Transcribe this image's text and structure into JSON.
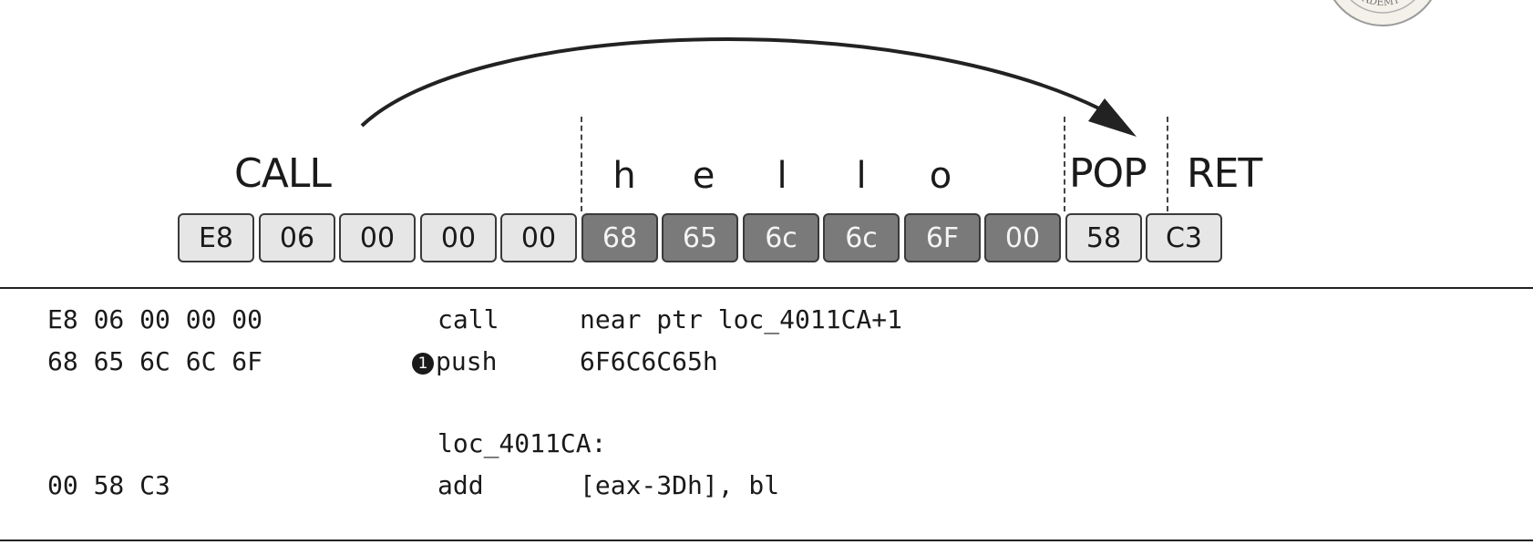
{
  "diagram": {
    "labels": {
      "call": "CALL",
      "pop": "POP",
      "ret": "RET"
    },
    "chars": [
      "h",
      "e",
      "l",
      "l",
      "o"
    ],
    "bytes": [
      {
        "text": "E8",
        "shade": "light"
      },
      {
        "text": "06",
        "shade": "light"
      },
      {
        "text": "00",
        "shade": "light"
      },
      {
        "text": "00",
        "shade": "light"
      },
      {
        "text": "00",
        "shade": "light"
      },
      {
        "text": "68",
        "shade": "dark"
      },
      {
        "text": "65",
        "shade": "dark"
      },
      {
        "text": "6c",
        "shade": "dark"
      },
      {
        "text": "6c",
        "shade": "dark"
      },
      {
        "text": "6F",
        "shade": "dark"
      },
      {
        "text": "00",
        "shade": "dark"
      },
      {
        "text": "58",
        "shade": "light"
      },
      {
        "text": "C3",
        "shade": "light"
      }
    ],
    "colors": {
      "light_byte": "#e6e6e6",
      "dark_byte": "#7a7a7a",
      "outline": "#3a3a3a"
    }
  },
  "listing": {
    "rows": [
      {
        "bytes": "E8 06 00 00 00",
        "marker": "",
        "mnemonic": "call",
        "operand": "near ptr loc_4011CA+1"
      },
      {
        "bytes": "68 65 6C 6C 6F",
        "marker": "1",
        "mnemonic": "push",
        "operand": "6F6C6C65h"
      },
      {
        "label": "loc_4011CA:"
      },
      {
        "bytes": "00 58 C3",
        "marker": "",
        "mnemonic": "add",
        "operand": "[eax-3Dh], bl"
      }
    ]
  },
  "seal": {
    "text": "ACADEMY OF"
  }
}
